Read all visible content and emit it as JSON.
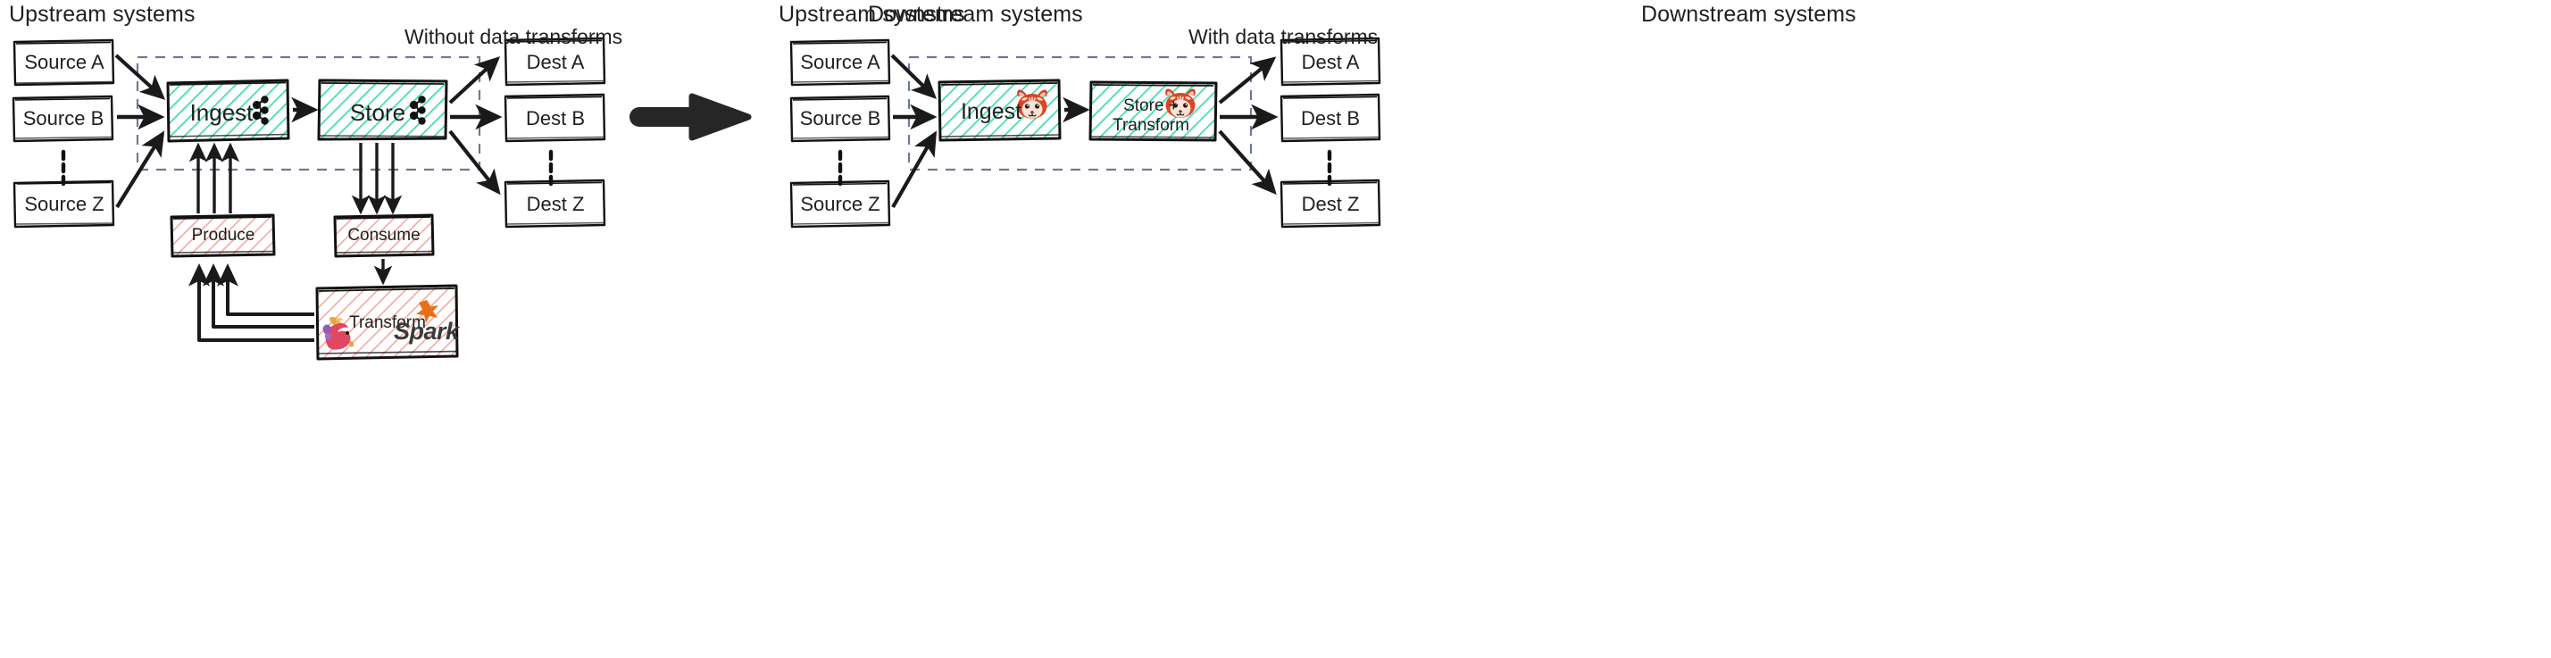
{
  "diagram": {
    "type": "architecture-comparison",
    "background": "#ffffff",
    "accents": {
      "teal_fill": "#3ddcb0",
      "pink_fill": "#f2a7a0",
      "dashed_boundary": "#6b7a99",
      "stroke": "#1a1a1a",
      "spark_orange": "#e8701a",
      "redpanda_red": "#d93b1f"
    }
  },
  "left_panel": {
    "upstream_heading": "Upstream systems",
    "downstream_heading": "Downstream systems",
    "panel_title": "Without data transforms",
    "sources": [
      {
        "label": "Source A"
      },
      {
        "label": "Source B"
      },
      {
        "label": "Source Z"
      }
    ],
    "source_ellipsis": "vertical-dots",
    "destinations": [
      {
        "label": "Dest A"
      },
      {
        "label": "Dest B"
      },
      {
        "label": "Dest Z"
      }
    ],
    "destination_ellipsis": "vertical-dots",
    "pipeline": [
      {
        "label": "Ingest",
        "fill": "teal",
        "logo": "kafka-icon"
      },
      {
        "label": "Store",
        "fill": "teal",
        "logo": "kafka-icon"
      }
    ],
    "external_stages": [
      {
        "label": "Produce",
        "fill": "pink",
        "logo": null
      },
      {
        "label": "Consume",
        "fill": "pink",
        "logo": null
      },
      {
        "label": "Transform",
        "fill": "pink",
        "logos": [
          "flink-squirrel-icon",
          "spark-logo"
        ]
      }
    ],
    "spark_wordmark": "Spark"
  },
  "middle": {
    "transition_arrow": "big-right-arrow"
  },
  "right_panel": {
    "upstream_heading": "Upstream systems",
    "downstream_heading": "Downstream systems",
    "panel_title": "With data transforms",
    "sources": [
      {
        "label": "Source A"
      },
      {
        "label": "Source B"
      },
      {
        "label": "Source Z"
      }
    ],
    "source_ellipsis": "vertical-dots",
    "destinations": [
      {
        "label": "Dest A"
      },
      {
        "label": "Dest B"
      },
      {
        "label": "Dest Z"
      }
    ],
    "destination_ellipsis": "vertical-dots",
    "pipeline": [
      {
        "label": "Ingest",
        "fill": "teal",
        "logo": "redpanda-icon"
      },
      {
        "label": "Store +\nTransform",
        "label_line1": "Store +",
        "label_line2": "Transform",
        "fill": "teal",
        "logo": "redpanda-icon"
      }
    ]
  }
}
